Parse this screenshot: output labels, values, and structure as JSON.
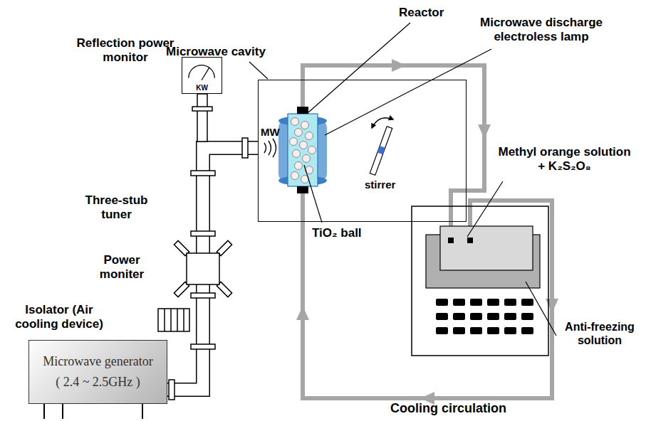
{
  "diagram": {
    "nodes": [
      {
        "text": [
          "Reflection power monitor",
          "KW"
        ]
      },
      {
        "text": [
          "Microwave cavity"
        ]
      },
      {
        "text": [
          "Microwave generator",
          "( 2.4 ~ 2.5GHz )"
        ]
      }
    ],
    "edges": [
      {
        "from": 2,
        "to": 1,
        "arrow": "none"
      }
    ],
    "labels": [
      "Reactor",
      "Microwave discharge electroless lamp",
      "MW",
      "TiO₂ ball",
      "stirrer",
      "Three-stub tuner",
      "Power moniter",
      "Isolator (Air cooling device)",
      "Methyl orange solution + K₂S₂O₈",
      "Anti-freezing solution",
      "Cooling circulation"
    ]
  }
}
